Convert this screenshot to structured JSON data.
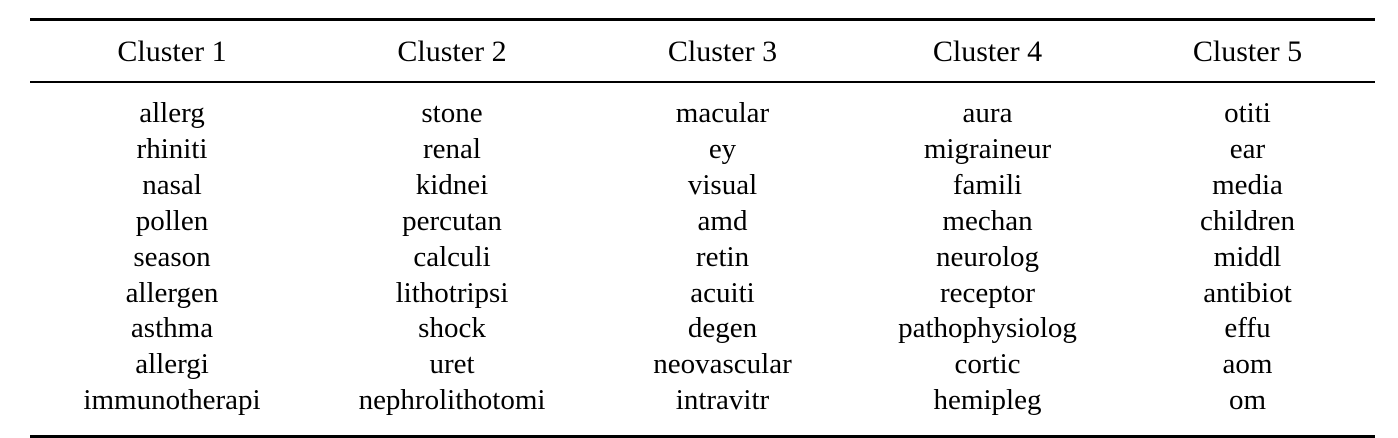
{
  "table": {
    "caption": "",
    "columns": [
      {
        "header": "Cluster 1",
        "terms": [
          "allerg",
          "rhiniti",
          "nasal",
          "pollen",
          "season",
          "allergen",
          "asthma",
          "allergi",
          "immunotherapi"
        ]
      },
      {
        "header": "Cluster 2",
        "terms": [
          "stone",
          "renal",
          "kidnei",
          "percutan",
          "calculi",
          "lithotripsi",
          "shock",
          "uret",
          "nephrolithotomi"
        ]
      },
      {
        "header": "Cluster 3",
        "terms": [
          "macular",
          "ey",
          "visual",
          "amd",
          "retin",
          "acuiti",
          "degen",
          "neovascular",
          "intravitr"
        ]
      },
      {
        "header": "Cluster 4",
        "terms": [
          "aura",
          "migraineur",
          "famili",
          "mechan",
          "neurolog",
          "receptor",
          "pathophysiolog",
          "cortic",
          "hemipleg"
        ]
      },
      {
        "header": "Cluster 5",
        "terms": [
          "otiti",
          "ear",
          "media",
          "children",
          "middl",
          "antibiot",
          "effu",
          "aom",
          "om"
        ]
      }
    ],
    "row_count": 9,
    "column_count": 5,
    "colors": {
      "text": "#000000",
      "background": "#ffffff",
      "rule": "#000000"
    }
  }
}
